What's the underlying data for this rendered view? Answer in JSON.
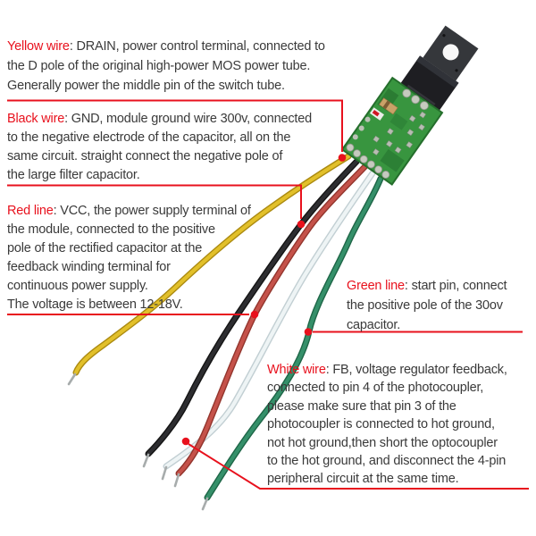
{
  "image": {
    "description": "Annotated product photo of a five-wire switching power supply module (green PCB with TO-220 MOS tube) explaining each wire's function",
    "background": "#ffffff"
  },
  "colors": {
    "annotation": "#e8111d",
    "body_text": "#3a3a3a",
    "pcb_green": "#38953f",
    "transistor_black": "#1e1e22"
  },
  "wires": [
    {
      "name": "yellow wire",
      "color": "#e2c02a",
      "edge": "#ab8a10"
    },
    {
      "name": "black wire",
      "color": "#2d2d30",
      "edge": "#141414"
    },
    {
      "name": "red wire",
      "color": "#c5524a",
      "edge": "#93352d"
    },
    {
      "name": "white wire",
      "color": "#eef4f5",
      "edge": "#c2cfd3"
    },
    {
      "name": "green wire",
      "color": "#35906a",
      "edge": "#1e6647"
    }
  ],
  "annotations": [
    {
      "id": "yellow",
      "label": "Yellow wire",
      "lines": [
        ": DRAIN, power control terminal, connected to",
        "the D pole of the original high-power MOS power tube.",
        "Generally power the middle pin of the switch tube."
      ]
    },
    {
      "id": "black",
      "label": "Black wire",
      "lines": [
        ": GND, module ground wire 300v, connected",
        "to the negative electrode of the capacitor, all on the",
        "same circuit. straight connect the negative pole of",
        "the large filter capacitor."
      ]
    },
    {
      "id": "red",
      "label": "Red line",
      "lines": [
        ": VCC, the power supply terminal of",
        "the module, connected to the positive",
        "pole of the rectified capacitor at the",
        "feedback winding terminal for",
        "continuous power supply.",
        "The voltage is between 12-18V."
      ]
    },
    {
      "id": "green",
      "label": "Green line",
      "lines": [
        ": start pin, connect",
        "the positive pole of the 30ov",
        "capacitor."
      ]
    },
    {
      "id": "white",
      "label": "White wire",
      "lines": [
        ": FB, voltage regulator feedback,",
        "connected to pin 4 of the photocoupler,",
        "please make sure that pin 3 of the",
        "photocoupler is connected to hot ground,",
        "not hot ground,then short the optocoupler",
        "to the hot ground, and disconnect the 4-pin",
        "peripheral circuit at the same time."
      ]
    }
  ]
}
